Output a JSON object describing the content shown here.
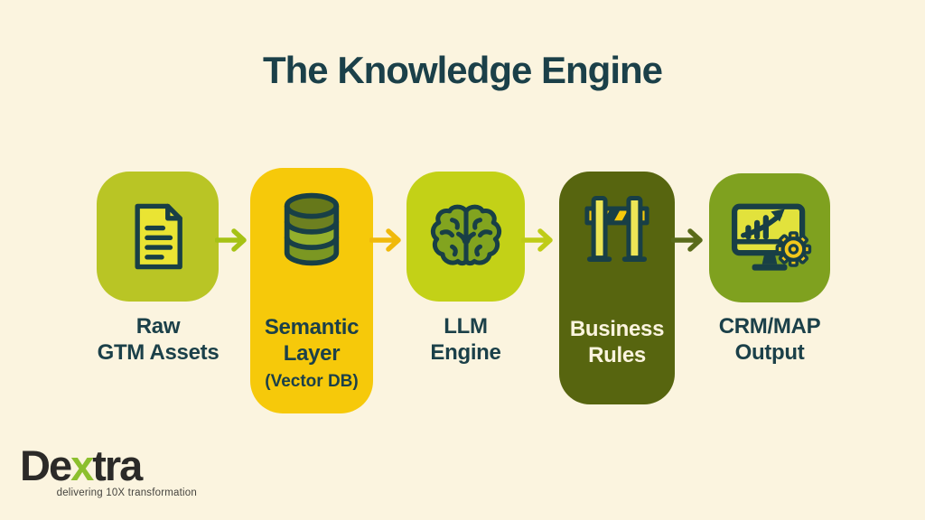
{
  "title": "The Knowledge Engine",
  "background_color": "#FBF4DF",
  "title_color": "#1B4049",
  "flow": {
    "nodes": [
      {
        "id": "raw-gtm-assets",
        "icon": "document-icon",
        "box_color": "#B9C525",
        "label_line1": "Raw",
        "label_line2": "GTM Assets",
        "label_position": "below"
      },
      {
        "id": "semantic-layer",
        "icon": "database-icon",
        "box_color": "#F6C90A",
        "label_line1": "Semantic",
        "label_line2": "Layer",
        "sublabel": "(Vector DB)",
        "label_position": "inside"
      },
      {
        "id": "llm-engine",
        "icon": "brain-icon",
        "box_color": "#C3D117",
        "label_line1": "LLM",
        "label_line2": "Engine",
        "label_position": "below"
      },
      {
        "id": "business-rules",
        "icon": "barrier-icon",
        "box_color": "#57650F",
        "label_line1": "Business",
        "label_line2": "Rules",
        "label_color": "#FBF4DE",
        "label_position": "inside"
      },
      {
        "id": "crm-map-output",
        "icon": "monitor-gear-icon",
        "box_color": "#7FA11F",
        "label_line1": "CRM/MAP",
        "label_line2": "Output",
        "label_position": "below"
      }
    ],
    "arrows": [
      {
        "from": "raw-gtm-assets",
        "to": "semantic-layer",
        "color": "#A6C214"
      },
      {
        "from": "semantic-layer",
        "to": "llm-engine",
        "color": "#F0B90B"
      },
      {
        "from": "llm-engine",
        "to": "business-rules",
        "color": "#BFCC17"
      },
      {
        "from": "business-rules",
        "to": "crm-map-output",
        "color": "#5A6B1A"
      }
    ]
  },
  "logo": {
    "brand_prefix": "De",
    "brand_accent": "x",
    "brand_suffix": "tra",
    "accent_color": "#8CBF2E",
    "text_color": "#2B2A28",
    "tagline": "delivering 10X transformation"
  }
}
